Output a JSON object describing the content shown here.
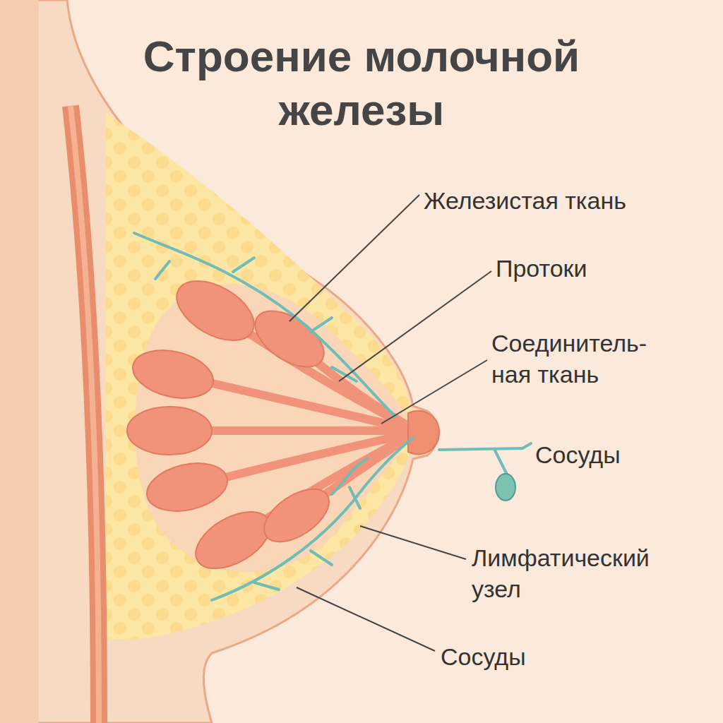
{
  "diagram": {
    "title": "Строение молочной железы",
    "labels": [
      "Железистая ткань",
      "Протоки",
      "Соединитель-ная ткань",
      "Сосуды",
      "Лимфатический узел",
      "Сосуды"
    ]
  }
}
